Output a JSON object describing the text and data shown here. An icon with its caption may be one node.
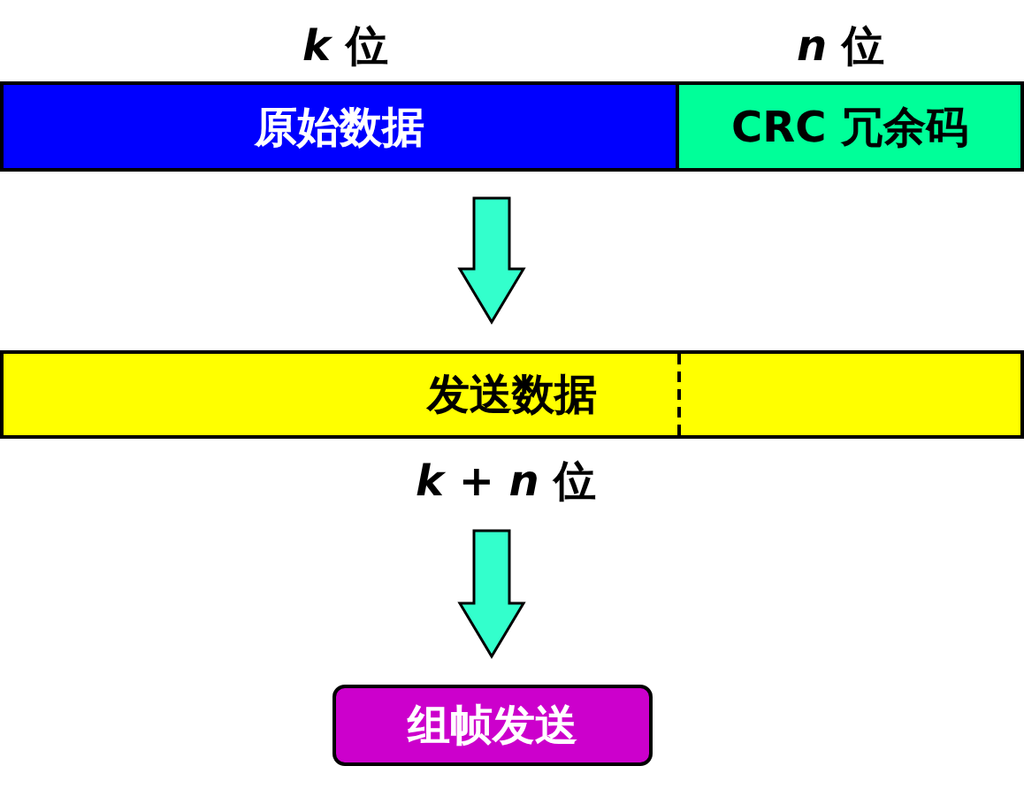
{
  "diagram": {
    "nodes": [
      {
        "text": [
          "原始数据"
        ],
        "beside": [
          "*k* 位"
        ]
      },
      {
        "text": [
          "CRC 冗余码"
        ],
        "beside": [
          "*n* 位"
        ]
      },
      {
        "text": [
          "发送数据"
        ],
        "beside": [
          "*k* + *n* 位"
        ]
      },
      {
        "text": [
          "组帧发送"
        ]
      }
    ],
    "edges": [
      {
        "from": 0,
        "to": 2,
        "arrow": "to"
      },
      {
        "from": 2,
        "to": 3,
        "arrow": "to"
      }
    ]
  }
}
